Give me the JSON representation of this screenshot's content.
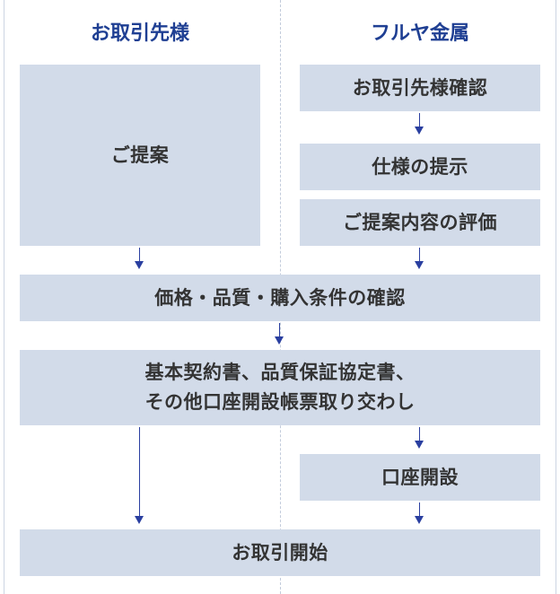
{
  "columns": {
    "client": "お取引先様",
    "company": "フルヤ金属"
  },
  "steps": {
    "proposal": "ご提案",
    "confirm_client": "お取引先様確認",
    "spec": "仕様の提示",
    "evaluation": "ご提案内容の評価",
    "price_confirm": "価格・品質・購入条件の確認",
    "contract_line1": "基本契約書、品質保証協定書、",
    "contract_line2": "その他口座開設帳票取り交わし",
    "account": "口座開設",
    "start": "お取引開始"
  }
}
